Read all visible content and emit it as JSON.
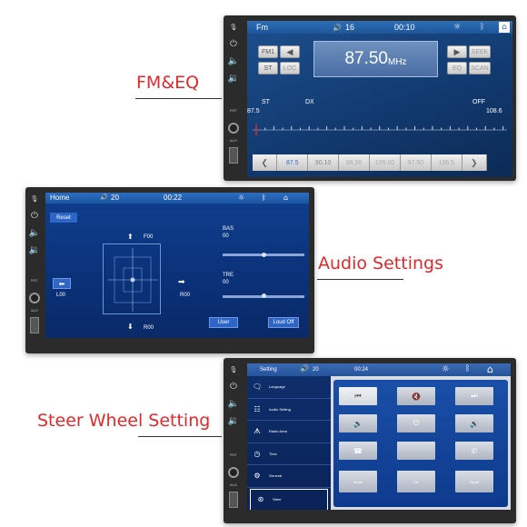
{
  "headings": {
    "fm_eq": "FM&EQ",
    "audio_settings": "Audio Settings",
    "steer_wheel_setting": "Steer Wheel Setting"
  },
  "colors": {
    "heading_red": "#e3272b",
    "screen_blue": "#1d4f8e",
    "status_blue": "#2e6fb8"
  },
  "side_panel": {
    "mic_label": "MIC",
    "rst_label": "RST",
    "aux_label": "AUX",
    "usb_label": "USB"
  },
  "fm": {
    "status": {
      "mode": "Fm",
      "volume": "16",
      "time": "00:10"
    },
    "buttons": {
      "fm1": "FM1",
      "st": "ST",
      "loc": "LOC",
      "seek": "SEEK",
      "eq": "EQ",
      "scan": "SCAN"
    },
    "frequency": "87.50",
    "unit": "MHz",
    "labels": {
      "st": "ST",
      "dx": "DX",
      "off": "OFF",
      "min": "87.5",
      "max": "108.6"
    },
    "presets": [
      "87.5",
      "90.10",
      "98.50",
      "106.00",
      "97.50",
      "106.5"
    ]
  },
  "audio": {
    "status": {
      "title": "Home",
      "volume": "20",
      "time": "00:22"
    },
    "reset": "Reset",
    "fader": {
      "front": "F00",
      "left": "L00",
      "right": "R00",
      "rear": "R00"
    },
    "bass": {
      "label": "BAS",
      "value": "00"
    },
    "treble": {
      "label": "TRE",
      "value": "00"
    },
    "user": "User",
    "loud": "Loud Off"
  },
  "steer": {
    "status": {
      "title": "Setting",
      "volume": "20",
      "time": "00:24"
    },
    "menu": [
      {
        "label": "Language",
        "icon": "language-icon"
      },
      {
        "label": "Audio Setting",
        "icon": "equalizer-icon"
      },
      {
        "label": "Radio Area",
        "icon": "antenna-icon"
      },
      {
        "label": "Time",
        "icon": "clock-icon"
      },
      {
        "label": "General",
        "icon": "gears-icon"
      },
      {
        "label": "Steer",
        "icon": "steering-wheel-icon"
      }
    ],
    "keys": {
      "mode": "Mode",
      "ok": "OK",
      "reset": "Reset"
    }
  }
}
